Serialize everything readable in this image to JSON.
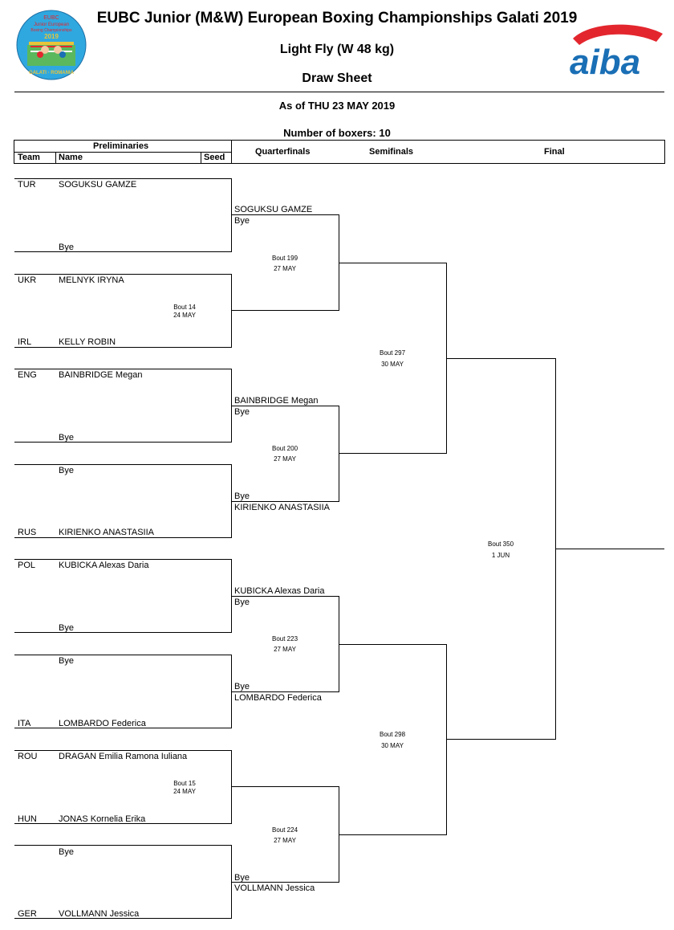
{
  "header": {
    "title": "EUBC Junior (M&W) European Boxing Championships Galati 2019",
    "weight": "Light Fly (W 48 kg)",
    "sheet": "Draw Sheet",
    "as_of": "As of THU 23 MAY 2019",
    "boxers": "Number of boxers: 10"
  },
  "logo_left": {
    "year": "2019",
    "line1": "EUBC",
    "line2": "Junior European",
    "line3": "Boxing Championships",
    "bottom": "GALATI · ROMANIA",
    "color_bg": "#2fa8e0",
    "color_ring": "#e8c43a"
  },
  "logo_right": {
    "text": "aiba",
    "color_blue": "#1a6fb5",
    "color_red": "#e3262e"
  },
  "columns": {
    "preliminaries": "Preliminaries",
    "team": "Team",
    "name": "Name",
    "seed": "Seed",
    "quarterfinals": "Quarterfinals",
    "semifinals": "Semifinals",
    "final": "Final"
  },
  "entries": [
    {
      "team": "TUR",
      "name": "SOGUKSU GAMZE"
    },
    {
      "team": "",
      "name": "Bye"
    },
    {
      "team": "UKR",
      "name": "MELNYK IRYNA"
    },
    {
      "team": "IRL",
      "name": "KELLY ROBIN"
    },
    {
      "team": "ENG",
      "name": "BAINBRIDGE Megan"
    },
    {
      "team": "",
      "name": "Bye"
    },
    {
      "team": "",
      "name": "Bye"
    },
    {
      "team": "RUS",
      "name": "KIRIENKO ANASTASIIA"
    },
    {
      "team": "POL",
      "name": "KUBICKA Alexas Daria"
    },
    {
      "team": "",
      "name": "Bye"
    },
    {
      "team": "",
      "name": "Bye"
    },
    {
      "team": "ITA",
      "name": "LOMBARDO Federica"
    },
    {
      "team": "ROU",
      "name": "DRAGAN Emilia Ramona Iuliana"
    },
    {
      "team": "HUN",
      "name": "JONAS Kornelia Erika"
    },
    {
      "team": "",
      "name": "Bye"
    },
    {
      "team": "GER",
      "name": "VOLLMANN Jessica"
    }
  ],
  "prelim_bouts": [
    {
      "bout": "Bout 14",
      "date": "24 MAY"
    },
    {
      "bout": "Bout 15",
      "date": "24 MAY"
    }
  ],
  "quarterfinals": [
    {
      "top": "SOGUKSU GAMZE",
      "bottom": "Bye",
      "bout": "Bout 199",
      "date": "27 MAY"
    },
    {
      "top": "BAINBRIDGE Megan",
      "bottom": "Bye",
      "bout": "Bout 200",
      "date": "27 MAY"
    },
    {
      "top": "Bye",
      "bottom": "KIRIENKO ANASTASIIA"
    },
    {
      "top": "KUBICKA Alexas Daria",
      "bottom": "Bye",
      "bout": "Bout 223",
      "date": "27 MAY"
    },
    {
      "top": "Bye",
      "bottom": "LOMBARDO Federica"
    },
    {
      "top": "Bye",
      "bottom": "VOLLMANN Jessica",
      "bout": "Bout 224",
      "date": "27 MAY"
    }
  ],
  "semifinals": [
    {
      "bout": "Bout 297",
      "date": "30 MAY"
    },
    {
      "bout": "Bout 298",
      "date": "30 MAY"
    }
  ],
  "final": {
    "bout": "Bout 350",
    "date": "1 JUN"
  }
}
